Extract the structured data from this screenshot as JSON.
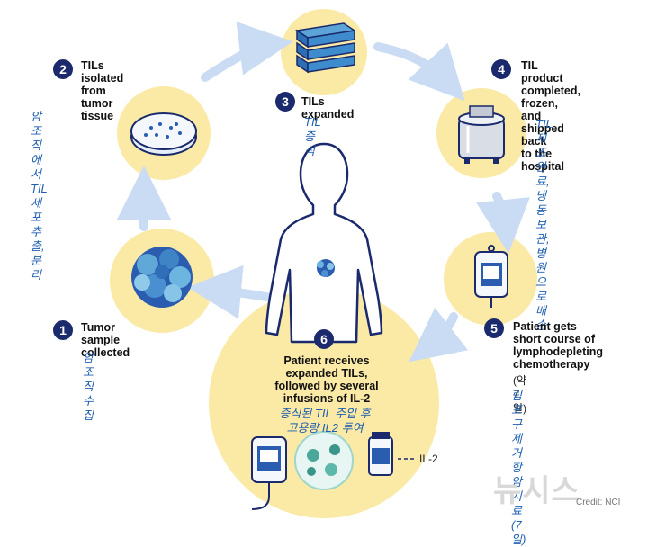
{
  "steps": [
    {
      "num": "1",
      "en": "Tumor sample\ncollected",
      "ko": "암조직 수집"
    },
    {
      "num": "2",
      "en": "TILs isolated\nfrom tumor\ntissue",
      "ko": "암조직에서 TIL\n세포 추출, 분리"
    },
    {
      "num": "3",
      "en": "TILs expanded",
      "ko": "TIL 증식"
    },
    {
      "num": "4",
      "en": "TIL product\ncompleted, frozen,\nand shipped back\nto the hospital",
      "ko": "TIL 제조 완료,\n냉동 보관,\n병원으로 배송"
    },
    {
      "num": "5",
      "en": "Patient gets\nshort course of\nlymphodepleting\nchemotherapy",
      "note": "(약 7일)",
      "ko": "림프구 제거 항암치료\n(7일)"
    },
    {
      "num": "6",
      "en": "Patient receives\nexpanded TILs,\nfollowed by several\ninfusions of IL-2",
      "ko": "증식된 TIL 주입 후\n고용량 IL2 투여"
    }
  ],
  "il2_label": "IL-2",
  "watermark": "뉴시스",
  "credit": "Credit: NCI",
  "colors": {
    "navy": "#1a2a6c",
    "korean_text": "#1f5fb0",
    "yellow_circle": "#fbe9a6",
    "arrow": "#c9dcf3"
  }
}
